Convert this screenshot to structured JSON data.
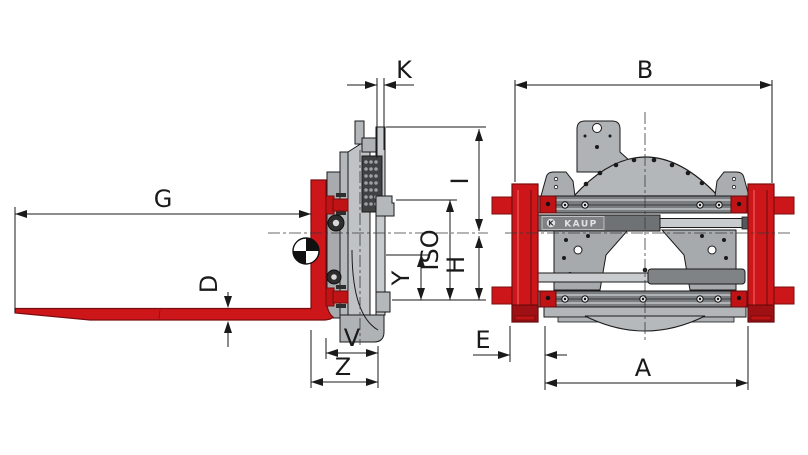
{
  "drawing_type": "forklift-attachment-technical-drawing",
  "brand": {
    "name": "KAUP",
    "logo_symbol": "K"
  },
  "dimension_labels": {
    "G": "G",
    "K": "K",
    "B": "B",
    "I": "I",
    "ISO": "ISO",
    "H": "H",
    "Y": "Y",
    "D": "D",
    "V": "V",
    "Z": "Z",
    "E": "E",
    "A": "A"
  },
  "colors": {
    "fork_red": "#cc1619",
    "dark_red": "#7a0d0f",
    "hook_red": "#c01316",
    "foot_red": "#9e1013",
    "body_gray_light": "#c0c3c5",
    "body_gray": "#b0b3b6",
    "body_gray_dark": "#7b7e81",
    "rod_gray": "#c9ccce",
    "line_color": "#1a1a1a",
    "background": "#ffffff"
  }
}
